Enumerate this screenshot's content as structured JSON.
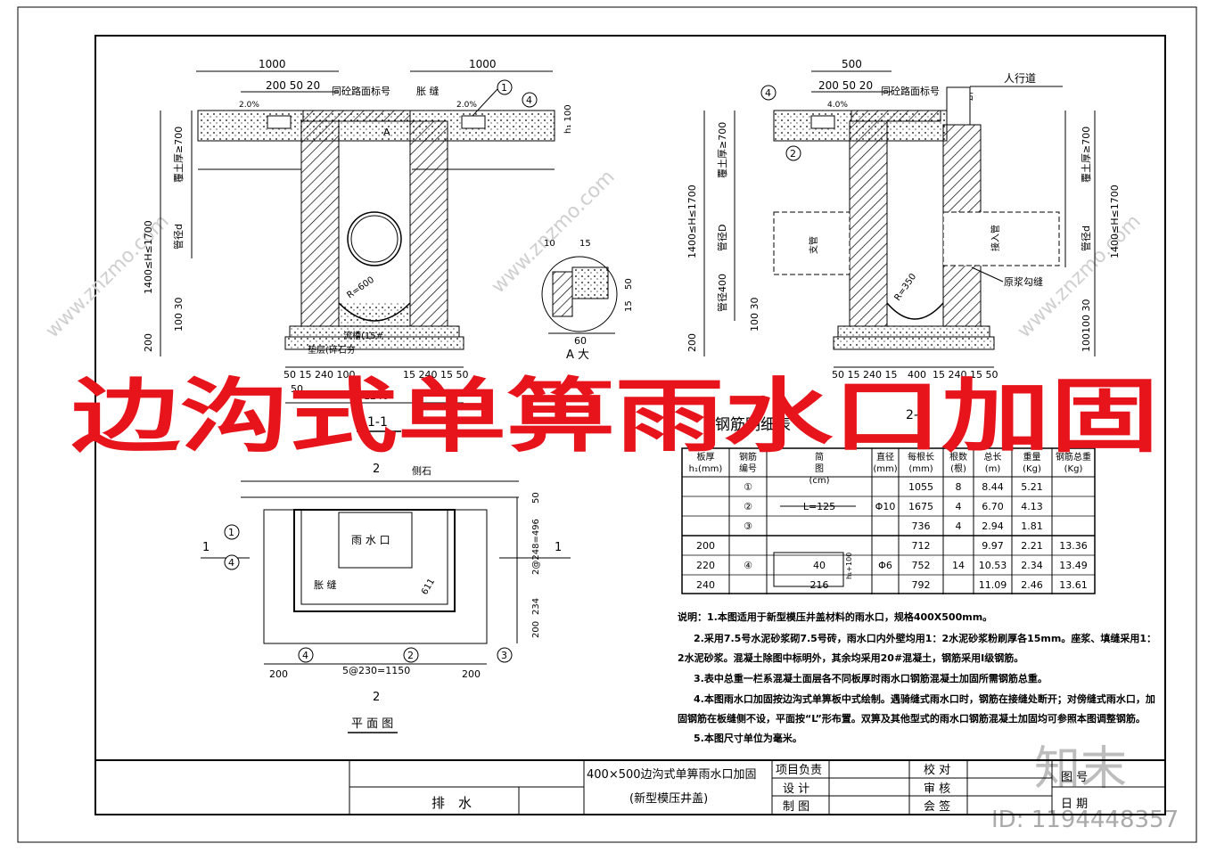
{
  "overlay_title": "边沟式单箅雨水口加固",
  "watermark": {
    "brand": "知末",
    "id": "ID: 1194448357",
    "site": "www.znzmo.com"
  },
  "section1": {
    "label": "1-1",
    "dims_top_left": "1000",
    "dims_top_right": "1000",
    "dims_small": "200 50 20",
    "slope_l": "2.0%",
    "slope_r": "2.0%",
    "pave_label": "同砼路面标号",
    "joint_label": "胀 缝",
    "mark_a": "A",
    "left_dim_1": "1400≤H≤1700",
    "left_dim_2": "覆土厚≥700",
    "left_dim_3": "200",
    "left_dim_4": "100 30",
    "pipe_label": "管径d",
    "r_label": "R=600",
    "h_labels": "h₁ 100",
    "base_label_1": "流槽(15#",
    "base_label_2": "垫层(碎石夯",
    "bottom_dims": "50 15 240 100",
    "bottom_dims_r": "15 240 15 50",
    "bottom_50": "50",
    "bottom_total": "1240"
  },
  "detail_a": {
    "label": "A 大",
    "d1": "10",
    "d2": "15",
    "d3": "50",
    "d4": "15",
    "d5": "60"
  },
  "section2": {
    "label": "2-2",
    "dims_top": "500",
    "dims_small": "200 50 20",
    "slope": "4.0%",
    "pave_label": "同砼路面标号",
    "walkway": "人行道",
    "curb": "侧石",
    "left_dim_1": "1400≤H≤1700",
    "left_dim_2": "覆土厚≥700",
    "pipe_D": "管径D",
    "pipe_200": "管径400",
    "branch_label": "支管",
    "inlet_label": "接入管",
    "right_dim_1": "1400≤H≤1700",
    "right_dim_2": "覆土厚≥700",
    "right_pipe": "管径d",
    "r_label": "R=350",
    "mortar_label": "原浆勾缝",
    "left_dim_4": "200",
    "left_dim_5": "100 30",
    "bottom_dims": "50 15 240 15",
    "bottom_mid": "400",
    "bottom_r": "15 240 15 50",
    "right_dim_r": "100100 30"
  },
  "plan": {
    "title": "平 面 图",
    "curb": "侧石",
    "inlet": "雨 水 口",
    "joint": "胀 缝",
    "cut1": "1",
    "cut2": "2",
    "dim_611": "611",
    "dim_right_1": "50",
    "dim_right_2": "2@248=496",
    "dim_right_3": "234",
    "dim_right_4": "200",
    "dim_bottom_l": "200",
    "dim_bottom_m": "5@230=1150",
    "dim_bottom_r": "200"
  },
  "table": {
    "title": "钢筋明细表",
    "headers": [
      "板厚 h₁(mm)",
      "钢筋 编号",
      "简 图 (cm)",
      "直径 (mm)",
      "每根长 (mm)",
      "根数 (根)",
      "总长 (m)",
      "重量 (Kg)",
      "钢筋总重 (Kg)"
    ],
    "rows": [
      [
        "",
        "①",
        "",
        "",
        "1055",
        "8",
        "8.44",
        "5.21",
        ""
      ],
      [
        "",
        "②",
        "L=125",
        "Φ10",
        "1675",
        "4",
        "6.70",
        "4.13",
        ""
      ],
      [
        "",
        "③",
        "",
        "",
        "736",
        "4",
        "2.94",
        "1.81",
        ""
      ],
      [
        "200",
        "",
        "",
        "",
        "712",
        "",
        "9.97",
        "2.21",
        "13.36"
      ],
      [
        "220",
        "④",
        "40",
        "Φ6",
        "752",
        "14",
        "10.53",
        "2.34",
        "13.49"
      ],
      [
        "240",
        "",
        "216",
        "",
        "792",
        "",
        "11.09",
        "2.46",
        "13.61"
      ]
    ],
    "shape_side": "h₁+100"
  },
  "notes": [
    "说明：1.本图适用于新型模压井盖材料的雨水口，规格400X500mm。",
    "2.采用7.5号水泥砂浆砌7.5号砖，雨水口内外壁均用1：2水泥砂浆粉刷厚各15mm。座浆、填缝采用1：",
    "2水泥砂浆。混凝土除图中标明外，其余均采用20#混凝土，钢筋采用Ⅰ级钢筋。",
    "3.表中总重一栏系混凝土面层各不同板厚时雨水口钢筋混凝土加固所需钢筋总重。",
    "4.本图雨水口加固按边沟式单箅板中式绘制。遇骑缝式雨水口时，钢筋在接缝处断开；对傍缝式雨水口，加",
    "固钢筋在板缝侧不设，平面按“L”形布置。双箅及其他型式的雨水口钢筋混凝土加固均可参照本图调整钢筋。",
    "5.本图尺寸单位为毫米。"
  ],
  "title_block": {
    "project": "排　水",
    "drawing_name": "400×500边沟式单箅雨水口加固",
    "drawing_sub": "(新型模压井盖)",
    "role_1": "项目负责",
    "role_2": "设 计",
    "role_3": "制 图",
    "check_1": "校 对",
    "check_2": "审 核",
    "check_3": "会 签",
    "num": "图 号",
    "date": "日 期"
  },
  "callouts": [
    "1",
    "2",
    "3",
    "4"
  ]
}
